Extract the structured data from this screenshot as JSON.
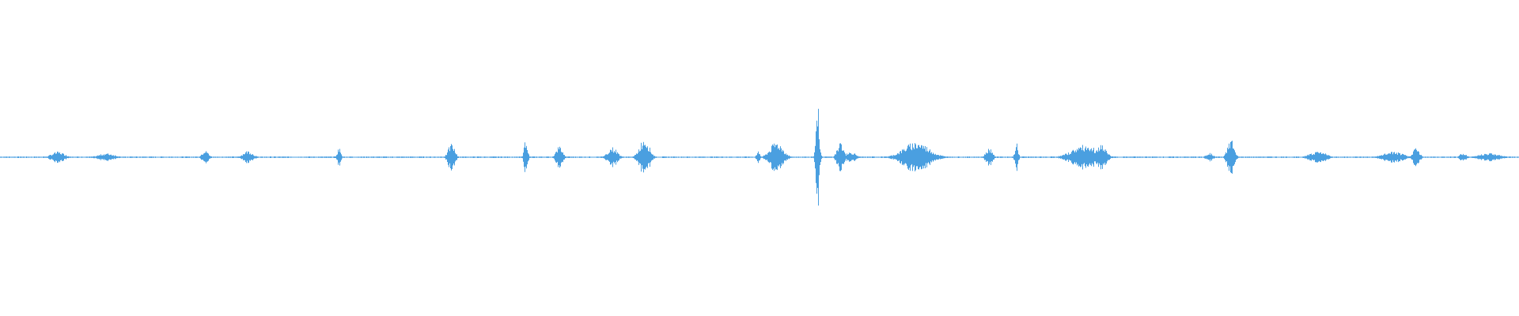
{
  "waveform": {
    "color": "#4a9fe0",
    "baseline_amplitude": 0.01,
    "max_amplitude": 1.0,
    "bursts": [
      {
        "at": 0.038,
        "amp": 0.1,
        "width": 0.004
      },
      {
        "at": 0.07,
        "amp": 0.07,
        "width": 0.005
      },
      {
        "at": 0.135,
        "amp": 0.12,
        "width": 0.002
      },
      {
        "at": 0.163,
        "amp": 0.12,
        "width": 0.003
      },
      {
        "at": 0.223,
        "amp": 0.18,
        "width": 0.001
      },
      {
        "at": 0.297,
        "amp": 0.25,
        "width": 0.002
      },
      {
        "at": 0.346,
        "amp": 0.36,
        "width": 0.001
      },
      {
        "at": 0.368,
        "amp": 0.2,
        "width": 0.002
      },
      {
        "at": 0.403,
        "amp": 0.18,
        "width": 0.003
      },
      {
        "at": 0.424,
        "amp": 0.35,
        "width": 0.003
      },
      {
        "at": 0.499,
        "amp": 0.12,
        "width": 0.001
      },
      {
        "at": 0.511,
        "amp": 0.28,
        "width": 0.004
      },
      {
        "at": 0.538,
        "amp": 1.0,
        "width": 0.001
      },
      {
        "at": 0.553,
        "amp": 0.28,
        "width": 0.002
      },
      {
        "at": 0.56,
        "amp": 0.1,
        "width": 0.003
      },
      {
        "at": 0.603,
        "amp": 0.28,
        "width": 0.008
      },
      {
        "at": 0.651,
        "amp": 0.18,
        "width": 0.002
      },
      {
        "at": 0.669,
        "amp": 0.25,
        "width": 0.001
      },
      {
        "at": 0.714,
        "amp": 0.22,
        "width": 0.008
      },
      {
        "at": 0.725,
        "amp": 0.22,
        "width": 0.003
      },
      {
        "at": 0.796,
        "amp": 0.08,
        "width": 0.002
      },
      {
        "at": 0.81,
        "amp": 0.35,
        "width": 0.002
      },
      {
        "at": 0.867,
        "amp": 0.1,
        "width": 0.005
      },
      {
        "at": 0.871,
        "amp": 0.08,
        "width": 0.003
      },
      {
        "at": 0.917,
        "amp": 0.1,
        "width": 0.006
      },
      {
        "at": 0.932,
        "amp": 0.18,
        "width": 0.002
      },
      {
        "at": 0.963,
        "amp": 0.08,
        "width": 0.002
      },
      {
        "at": 0.98,
        "amp": 0.08,
        "width": 0.006
      }
    ]
  }
}
